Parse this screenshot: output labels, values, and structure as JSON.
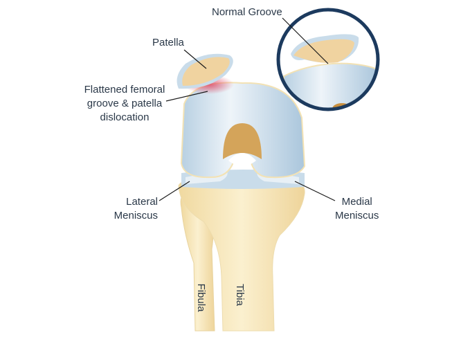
{
  "labels": {
    "normal_groove": "Normal Groove",
    "patella": "Patella",
    "flattened_line1": "Flattened femoral",
    "flattened_line2": "groove & patella",
    "flattened_line3": "dislocation",
    "lateral_line1": "Lateral",
    "lateral_line2": "Meniscus",
    "medial_line1": "Medial",
    "medial_line2": "Meniscus",
    "fibula": "Fibula",
    "tibia": "Tibia"
  },
  "colors": {
    "bone": "#f3deac",
    "cartilage": "#c9dcea",
    "inflammation": "#e0506a",
    "circle_border": "#1c3a5e",
    "text": "#2a3848"
  }
}
